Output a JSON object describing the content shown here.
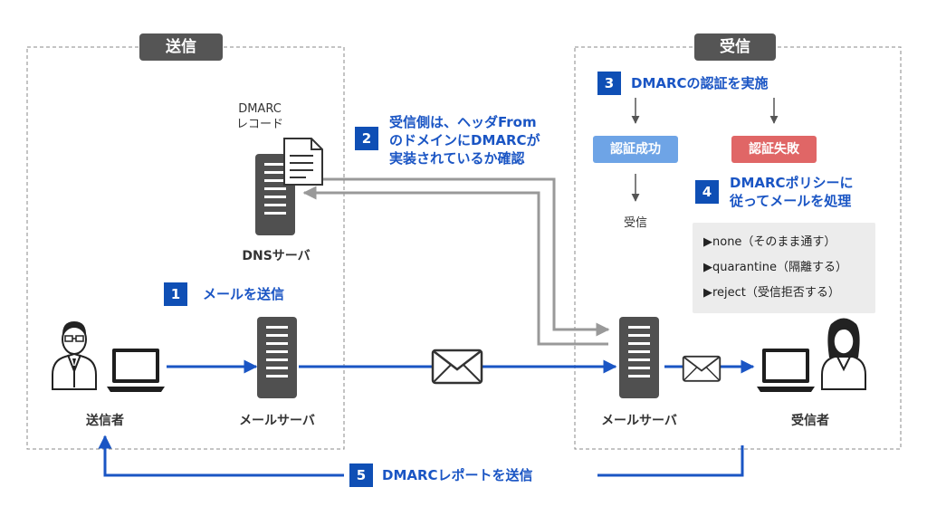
{
  "zones": {
    "send": "送信",
    "recv": "受信"
  },
  "steps": {
    "s1": {
      "num": "1",
      "text": "メールを送信"
    },
    "s2": {
      "num": "2",
      "lines": [
        "受信側は、ヘッダFrom",
        "のドメインにDMARCが",
        "実装されているか確認"
      ]
    },
    "s3": {
      "num": "3",
      "text": "DMARCの認証を実施"
    },
    "s4": {
      "num": "4",
      "lines": [
        "DMARCポリシーに",
        "従ってメールを処理"
      ]
    },
    "s5": {
      "num": "5",
      "text": "DMARCレポートを送信"
    }
  },
  "labels": {
    "dmarc_record": [
      "DMARC",
      "レコード"
    ],
    "dns_server": "DNSサーバ",
    "sender_mail_server": "メールサーバ",
    "receiver_mail_server": "メールサーバ",
    "sender": "送信者",
    "receiver": "受信者",
    "auth_success": "認証成功",
    "auth_fail": "認証失敗",
    "received": "受信"
  },
  "policies": [
    "▶none（そのまま通す）",
    "▶quarantine（隔離する）",
    "▶reject（受信拒否する）"
  ],
  "colors": {
    "blue_arrow": "#1a55c4",
    "gray_arrow": "#999999",
    "step_badge": "#0f4fb5",
    "success": "#6ea4e6",
    "fail": "#e06666",
    "server": "#505050"
  },
  "icons": [
    "server-icon",
    "document-icon",
    "envelope-icon",
    "laptop-icon",
    "businessman-icon",
    "businesswoman-icon"
  ]
}
